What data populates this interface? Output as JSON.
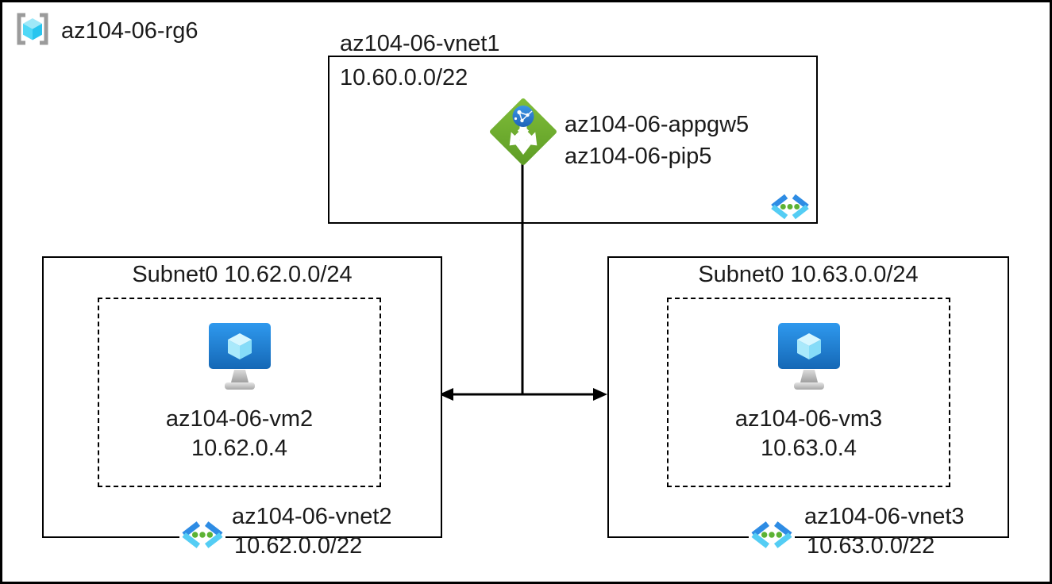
{
  "resource_group": {
    "label": "az104-06-rg6"
  },
  "vnet1": {
    "name": "az104-06-vnet1",
    "cidr": "10.60.0.0/22",
    "appgw_name": "az104-06-appgw5",
    "pip_name": "az104-06-pip5"
  },
  "left": {
    "subnet_label": "Subnet0 10.62.0.0/24",
    "vm_name": "az104-06-vm2",
    "vm_ip": "10.62.0.4",
    "vnet_name": "az104-06-vnet2",
    "vnet_cidr": "10.62.0.0/22"
  },
  "right": {
    "subnet_label": "Subnet0 10.63.0.0/24",
    "vm_name": "az104-06-vm3",
    "vm_ip": "10.63.0.4",
    "vnet_name": "az104-06-vnet3",
    "vnet_cidr": "10.63.0.0/22"
  },
  "icons": {
    "resource_group": "resource-group-icon",
    "application_gateway": "application-gateway-icon",
    "virtual_network": "virtual-network-icon",
    "virtual_machine": "virtual-machine-icon"
  },
  "colors": {
    "line": "#000000",
    "text": "#1b1b1b",
    "appgw_green_top": "#7fbc39",
    "appgw_green_bottom": "#5f9e26",
    "globe_blue": "#2f7fd6",
    "vnet_chevron_blue": "#2e8ce4",
    "vnet_chevron_cyan": "#54cdf4",
    "vnet_dot_green": "#5cb234",
    "vm_screen_top": "#2f99ee",
    "vm_screen_bottom": "#1568b6",
    "cube_top": "#d7f7ff",
    "cube_left": "#a9e9fb",
    "cube_right": "#86dcf8",
    "rg_cube_top": "#9fe8f8",
    "rg_cube_left": "#4fd8f7",
    "rg_cube_right": "#28c5ef",
    "bracket_gray": "#9b9b9b"
  }
}
